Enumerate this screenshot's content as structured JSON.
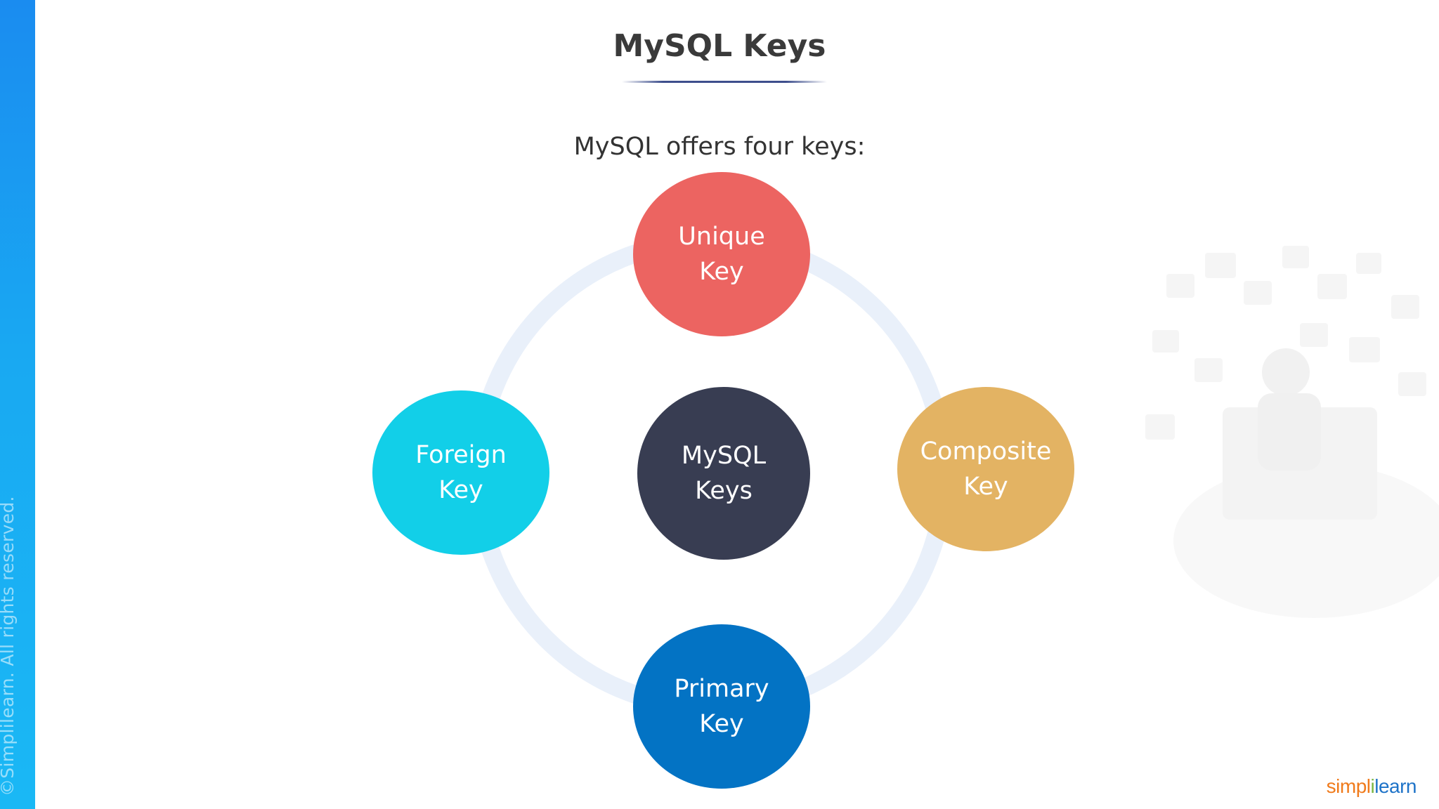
{
  "slide": {
    "title": "MySQL Keys",
    "subtitle": "MySQL offers four keys:",
    "copyright": "©Simplilearn. All rights reserved."
  },
  "diagram": {
    "center": {
      "line1": "MySQL",
      "line2": "Keys",
      "color": "#383d52"
    },
    "nodes": {
      "unique": {
        "line1": "Unique",
        "line2": "Key",
        "color": "#ec6461"
      },
      "composite": {
        "line1": "Composite",
        "line2": "Key",
        "color": "#e3b363"
      },
      "primary": {
        "line1": "Primary",
        "line2": "Key",
        "color": "#0373c4"
      },
      "foreign": {
        "line1": "Foreign",
        "line2": "Key",
        "color": "#12cfe8"
      }
    },
    "ring_color": "#e9f0fa"
  },
  "logo": {
    "part1": "simpl",
    "part2": "i",
    "part3": "learn"
  }
}
